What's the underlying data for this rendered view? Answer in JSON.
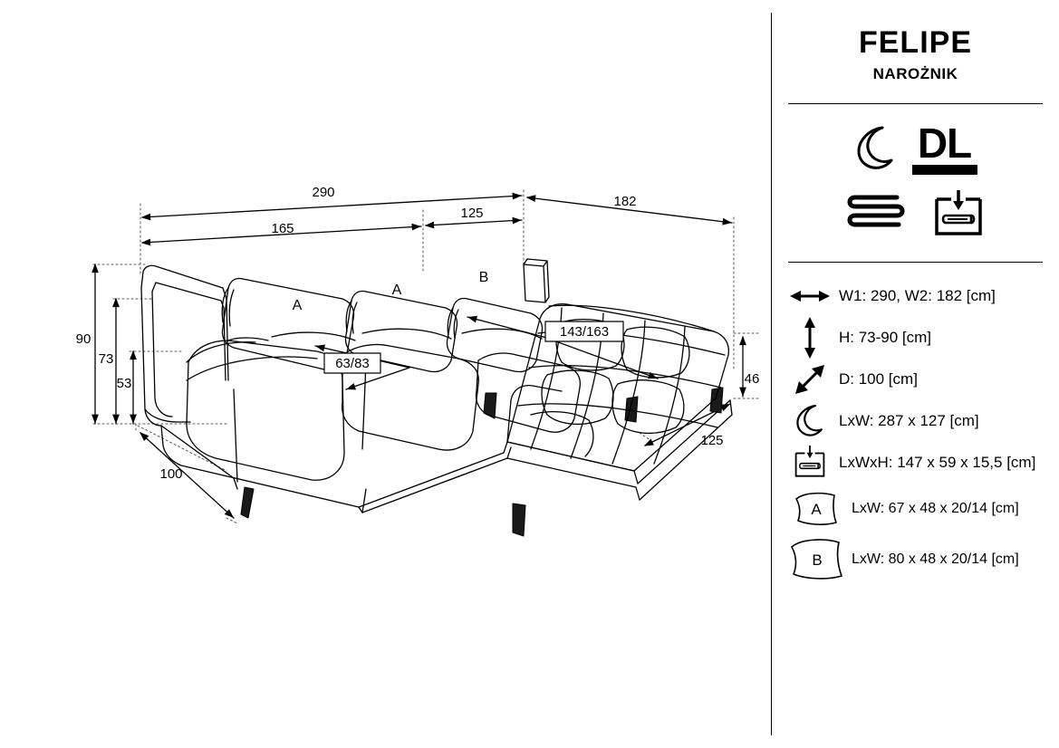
{
  "product": {
    "title": "FELIPE",
    "subtitle": "NAROŻNIK"
  },
  "badges": {
    "sleep_function": "moon-icon",
    "mechanism_label": "DL",
    "suspension": "wavy-spring-icon",
    "storage": "storage-box-icon"
  },
  "specs": [
    {
      "icon": "horizontal-arrow-icon",
      "text": "W1: 290, W2: 182 [cm]"
    },
    {
      "icon": "vertical-arrow-icon",
      "text": "H: 73-90 [cm]"
    },
    {
      "icon": "diagonal-arrow-icon",
      "text": "D: 100 [cm]"
    },
    {
      "icon": "moon-icon",
      "text": "LxW: 287 x 127 [cm]"
    },
    {
      "icon": "storage-box-icon",
      "text": "LxWxH: 147 x 59 x 15,5 [cm]"
    },
    {
      "icon": "pillow-a-icon",
      "text": "LxW: 67 x 48 x 20/14 [cm]",
      "letter": "A"
    },
    {
      "icon": "pillow-b-icon",
      "text": "LxW: 80 x 48 x 20/14 [cm]",
      "letter": "B"
    }
  ],
  "drawing": {
    "dimensions": {
      "total_width": "290",
      "seat_section": "165",
      "corner_section": "125",
      "chaise_width": "182",
      "height_back": "90",
      "height_arm": "73",
      "height_seat": "53",
      "depth": "100",
      "chaise_height": "46",
      "chaise_depth": "125"
    },
    "callouts": {
      "seat_depth": "63/83",
      "bed_depth": "143/163"
    },
    "cushion_labels": [
      "A",
      "A",
      "B"
    ]
  },
  "colors": {
    "line": "#000000",
    "guide": "#777777",
    "background": "#ffffff"
  }
}
